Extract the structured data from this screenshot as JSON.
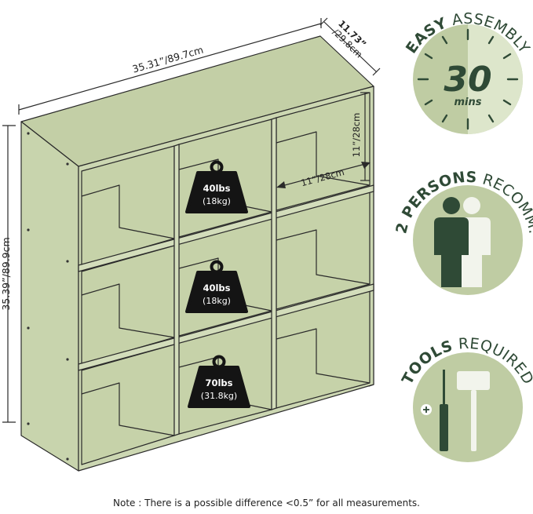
{
  "dimensions": {
    "width": "35.31”/89.7cm",
    "height": "35.39”/89.9cm",
    "depth_in": "11.73”",
    "depth_cm": "/29.8cm",
    "cube_height": "11”/28cm",
    "cube_width": "11”/28cm"
  },
  "weights": [
    {
      "lbs": "40lbs",
      "kg": "(18kg)"
    },
    {
      "lbs": "40lbs",
      "kg": "(18kg)"
    },
    {
      "lbs": "70lbs",
      "kg": "(31.8kg)"
    }
  ],
  "badges": {
    "assembly": {
      "bold": "EASY",
      "rest": " ASSEMBLY",
      "number": "30",
      "unit": "mins"
    },
    "persons": {
      "bold": "2 PERSONS",
      "rest": " RECOMM."
    },
    "tools": {
      "bold": "TOOLS",
      "rest": " REQUIRED"
    }
  },
  "note": "Note : There is a possible difference <0.5” for all measurements.",
  "colors": {
    "panel": "#c8d4ad",
    "panel_shadow": "#bccaa1",
    "outline": "#2a2a2a",
    "badge": "#bfcca3",
    "badge_light": "#dde6cb",
    "dark_green": "#2f4a36",
    "text_dark": "#3a4a3c"
  }
}
